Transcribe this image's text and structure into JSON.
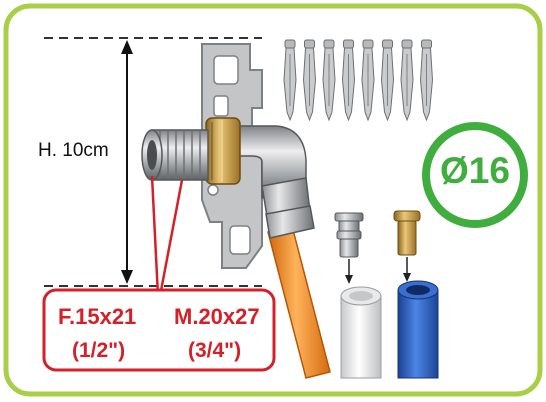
{
  "height_label": "H. 10cm",
  "female_thread": {
    "size": "F.15x21",
    "inch": "(1/2\")"
  },
  "male_thread": {
    "size": "M.20x27",
    "inch": "(3/4\")"
  },
  "diameter_badge": "Ø16",
  "colors": {
    "frame_border": "#a8cf45",
    "accent_red": "#d42028",
    "badge_green": "#3fae3f",
    "pipe_orange": "#f08a1c",
    "pipe_blue": "#2a5fc4",
    "brass": "#c99a3a",
    "steel": "#b7b9bb"
  },
  "icons": {
    "anchors": "hollow-wall-anchor-icon",
    "fitting": "wall-plate-elbow-fitting-icon",
    "insert_steel": "pipe-insert-steel-icon",
    "insert_brass": "pipe-insert-brass-icon",
    "arrow": "arrow-down-icon"
  },
  "anchor_count": 8
}
